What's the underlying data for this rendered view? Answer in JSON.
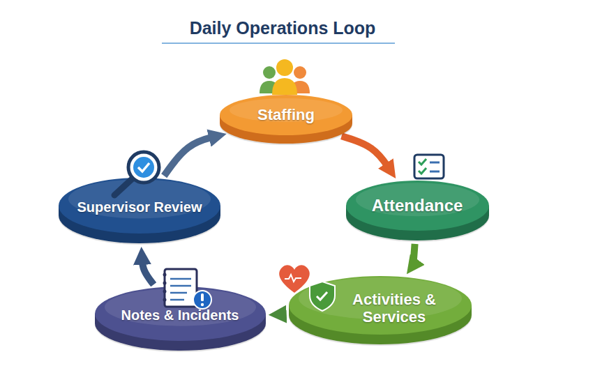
{
  "diagram": {
    "title": "Daily Operations Loop",
    "nodes": [
      {
        "text": [
          "Staffing"
        ]
      },
      {
        "text": [
          "Attendance"
        ]
      },
      {
        "text": [
          "Activities & Services"
        ]
      },
      {
        "text": [
          "Notes & Incidents"
        ]
      },
      {
        "text": [
          "Supervisor Review"
        ]
      }
    ],
    "edges": [
      {
        "from": 0,
        "to": 1,
        "arrow": "to"
      },
      {
        "from": 1,
        "to": 2,
        "arrow": "to"
      },
      {
        "from": 2,
        "to": 3,
        "arrow": "to"
      },
      {
        "from": 3,
        "to": 4,
        "arrow": "to"
      },
      {
        "from": 4,
        "to": 0,
        "arrow": "to"
      }
    ]
  }
}
